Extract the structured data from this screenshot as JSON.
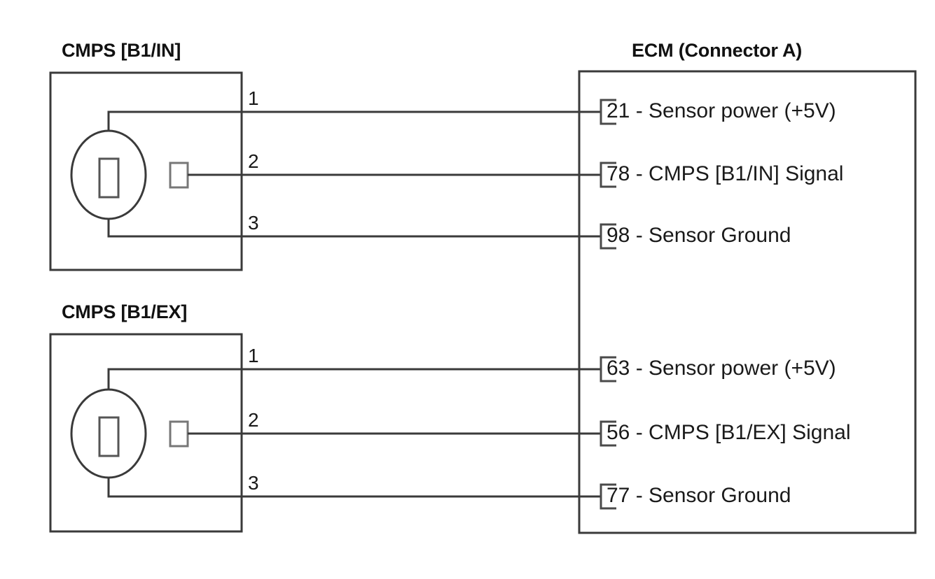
{
  "diagram": {
    "type": "automotive-wiring-diagram",
    "background_color": "#ffffff",
    "line_color": "#3a3a3a",
    "text_color": "#1a1a1a"
  },
  "sensor_blocks": [
    {
      "title": "CMPS [B1/IN]",
      "symbol": "camshaft-position-sensor",
      "pins": [
        {
          "number": "1",
          "function": "Sensor power (+5V)"
        },
        {
          "number": "2",
          "function": "CMPS [B1/IN] Signal"
        },
        {
          "number": "3",
          "function": "Sensor Ground"
        }
      ]
    },
    {
      "title": "CMPS [B1/EX]",
      "symbol": "camshaft-position-sensor",
      "pins": [
        {
          "number": "1",
          "function": "Sensor power (+5V)"
        },
        {
          "number": "2",
          "function": "CMPS [B1/EX] Signal"
        },
        {
          "number": "3",
          "function": "Sensor Ground"
        }
      ]
    }
  ],
  "ecm": {
    "title": "ECM (Connector A)",
    "terminals": [
      {
        "pin": "21",
        "label": "21 - Sensor power (+5V)"
      },
      {
        "pin": "78",
        "label": "78 - CMPS [B1/IN] Signal"
      },
      {
        "pin": "98",
        "label": "98 - Sensor Ground"
      },
      {
        "pin": "63",
        "label": "63 - Sensor power (+5V)"
      },
      {
        "pin": "56",
        "label": "56 - CMPS [B1/EX] Signal"
      },
      {
        "pin": "77",
        "label": "77 - Sensor Ground"
      }
    ]
  },
  "connections": [
    {
      "from": "CMPS [B1/IN] pin 1",
      "to": "ECM pin 21"
    },
    {
      "from": "CMPS [B1/IN] pin 2",
      "to": "ECM pin 78"
    },
    {
      "from": "CMPS [B1/IN] pin 3",
      "to": "ECM pin 98"
    },
    {
      "from": "CMPS [B1/EX] pin 1",
      "to": "ECM pin 63"
    },
    {
      "from": "CMPS [B1/EX] pin 2",
      "to": "ECM pin 56"
    },
    {
      "from": "CMPS [B1/EX] pin 3",
      "to": "ECM pin 77"
    }
  ]
}
